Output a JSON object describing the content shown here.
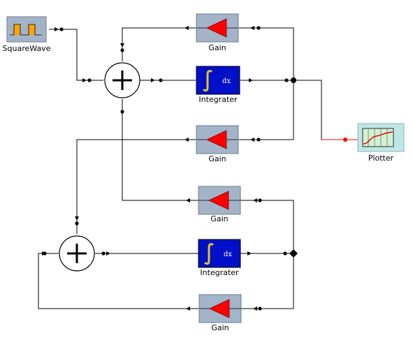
{
  "blocks": {
    "square_wave": {
      "label": "SquareWave"
    },
    "integrator_1": {
      "label": "Integrater",
      "symbol": "dx"
    },
    "integrator_2": {
      "label": "Integrater",
      "symbol": "dx"
    },
    "gain_1": {
      "label": "Gain"
    },
    "gain_2": {
      "label": "Gain"
    },
    "gain_3": {
      "label": "Gain"
    },
    "gain_4": {
      "label": "Gain"
    },
    "plotter": {
      "label": "Plotter"
    }
  },
  "colors": {
    "block_fill": "#a3b3c8",
    "block_border": "#6f7d8f",
    "gain_triangle": "#ff0000",
    "integrator_fill": "#0010c8",
    "integrator_symbol": "#e8c818",
    "plotter_fill": "#bfe6e6",
    "square_wave": "#ffa500",
    "plotter_link": "#ff0000",
    "wire": "#000000"
  }
}
